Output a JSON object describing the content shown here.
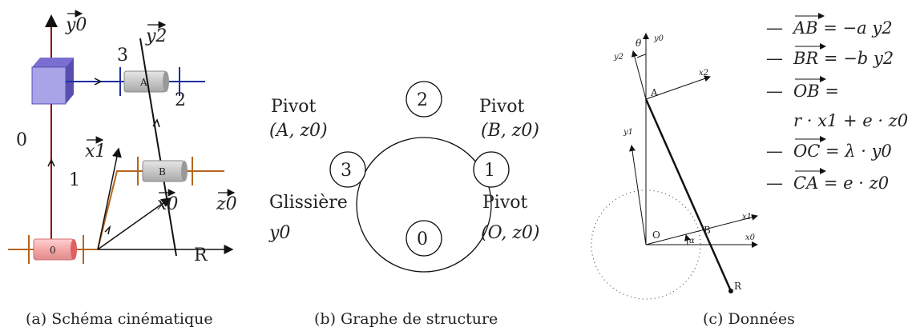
{
  "captions": {
    "a": "(a) Schéma cinématique",
    "b": "(b) Graphe de structure",
    "c": "(c) Données"
  },
  "kinematic": {
    "y0": "y0",
    "y2": "y2",
    "x1": "x1",
    "x0": "x0",
    "z0": "z0",
    "solid_0": "0",
    "solid_1": "1",
    "solid_2": "2",
    "solid_3": "3",
    "A": "A",
    "B": "B",
    "R": "R",
    "block_0": "0",
    "colors": {
      "red": "#8b0000",
      "blue": "#1f2fa0",
      "orange": "#b5651d",
      "black": "#111111"
    }
  },
  "graph": {
    "nodes": [
      "2",
      "1",
      "0",
      "3"
    ],
    "links": [
      {
        "name_line": "Pivot",
        "param_line": "(B, z0)"
      },
      {
        "name_line": "Pivot",
        "param_line": "(O, z0)"
      },
      {
        "name_line": "Glissière",
        "param_line": "y0"
      },
      {
        "name_line": "Pivot",
        "param_line": "(A, z0)"
      }
    ]
  },
  "data_fig": {
    "theta": "θ",
    "alpha": "α",
    "y0": "y0",
    "y2": "y2",
    "x2": "x2",
    "y1": "y1",
    "x1": "x1",
    "x0": "x0",
    "A": "A",
    "B": "B",
    "O": "O",
    "R": "R"
  },
  "equations": [
    {
      "bullet": "—",
      "text": "AB = −a y2"
    },
    {
      "bullet": "—",
      "text": "BR = −b y2"
    },
    {
      "bullet": "—",
      "text": "OB ="
    },
    {
      "bullet": "",
      "text": "r · x1 + e · z0"
    },
    {
      "bullet": "—",
      "text": "OC = λ · y0"
    },
    {
      "bullet": "—",
      "text": "CA = e · z0"
    }
  ]
}
